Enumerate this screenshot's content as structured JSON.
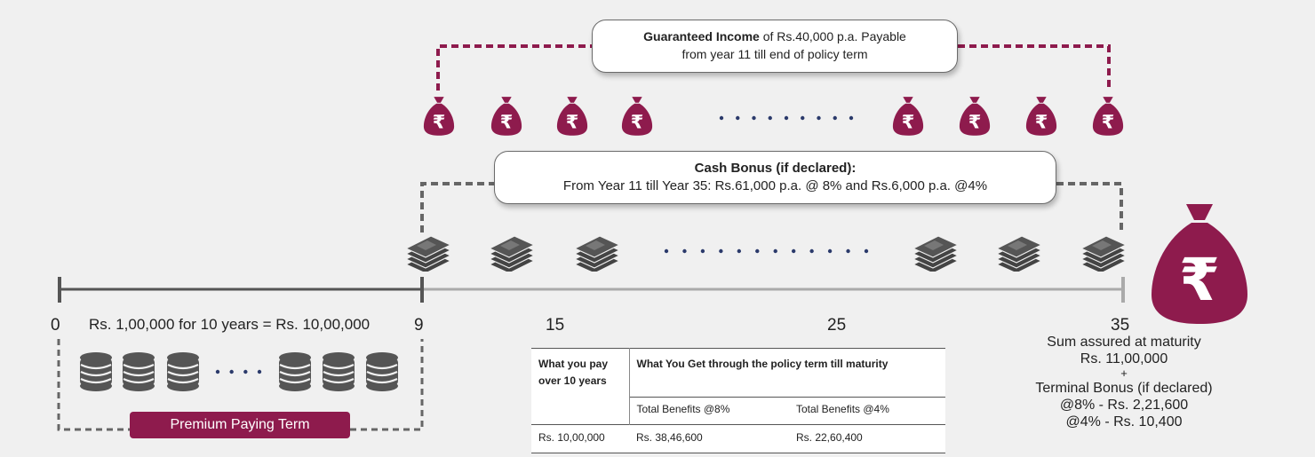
{
  "colors": {
    "accent": "#8e1b4d",
    "timeline_dark": "#555555",
    "timeline_light": "#aaaaaa",
    "dots": "#2b3a6b"
  },
  "icons": {
    "income": "rupee-money-bag-icon",
    "bonus": "cash-bundle-icon",
    "premium": "coin-stack-icon",
    "maturity": "large-rupee-money-bag-icon"
  },
  "income_callout": {
    "bold": "Guaranteed Income",
    "rest": " of Rs.40,000 p.a. Payable",
    "line2": "from year 11 till end of policy term"
  },
  "bonus_callout": {
    "title": "Cash Bonus (if declared):",
    "line2": "From Year 11 till Year 35: Rs.61,000 p.a. @ 8% and Rs.6,000 p.a. @4%"
  },
  "timeline": {
    "ticks": [
      "0",
      "9",
      "15",
      "25",
      "35"
    ],
    "premium_text": "Rs. 1,00,000 for 10 years = Rs. 10,00,000"
  },
  "premium_term_label": "Premium Paying Term",
  "maturity": {
    "line1": "Sum assured at maturity",
    "line2": "Rs. 11,00,000",
    "plus": "+",
    "line3": "Terminal Bonus (if declared)",
    "line4": "@8% - Rs. 2,21,600",
    "line5": "@4% - Rs. 10,400"
  },
  "table": {
    "col1_header": "What you pay over 10 years",
    "col2_header": "What You Get through the policy term till maturity",
    "sub_header_8": "Total Benefits @8%",
    "sub_header_4": "Total Benefits @4%",
    "row": {
      "pay": "Rs. 10,00,000",
      "get_8": "Rs. 38,46,600",
      "get_4": "Rs. 22,60,400"
    }
  }
}
